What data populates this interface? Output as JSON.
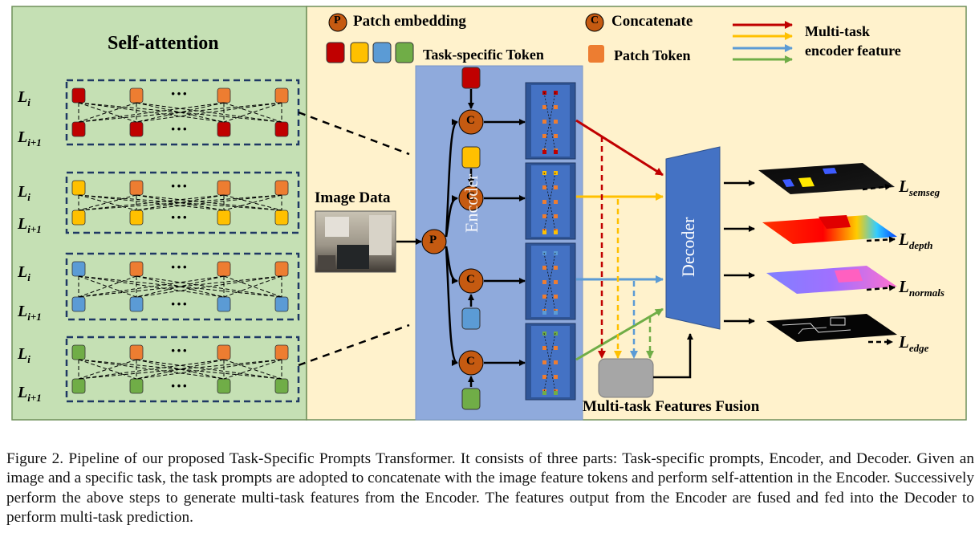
{
  "figure": {
    "self_attention_title": "Self-attention",
    "layer_label": "L",
    "layer_sub_i": "i",
    "layer_sub_i1": "i+1",
    "ellipsis": "···",
    "legend": {
      "patch_embedding_symbol": "P",
      "patch_embedding": "Patch embedding",
      "concatenate_symbol": "C",
      "concatenate": "Concatenate",
      "task_specific_token": "Task-specific Token",
      "patch_token": "Patch Token",
      "multitask_feature_line1": "Multi-task",
      "multitask_feature_line2": "encoder feature"
    },
    "image_data": "Image Data",
    "encoder": "Encoder",
    "decoder": "Decoder",
    "fusion": "Multi-task Features Fusion",
    "losses": [
      {
        "L": "L",
        "sub": "semseg"
      },
      {
        "L": "L",
        "sub": "depth"
      },
      {
        "L": "L",
        "sub": "normals"
      },
      {
        "L": "L",
        "sub": "edge"
      }
    ],
    "colors": {
      "red": "#c00000",
      "yellow": "#ffc000",
      "blue": "#5b9bd5",
      "green": "#70ad47",
      "orange": "#ed7d31",
      "left_panel": "#c5e0b4",
      "right_panel": "#fff2cc",
      "encoder_panel": "#8faadc",
      "decoder": "#4472c4"
    }
  },
  "caption": "Figure 2. Pipeline of our proposed Task-Specific Prompts Transformer. It consists of three parts: Task-specific prompts, Encoder, and Decoder. Given an image and a specific task, the task prompts are adopted to concatenate with the image feature tokens and perform self-attention in the Encoder. Successively perform the above steps to generate multi-task features from the Encoder. The features output from the Encoder are fused and fed into the Decoder to perform multi-task prediction."
}
